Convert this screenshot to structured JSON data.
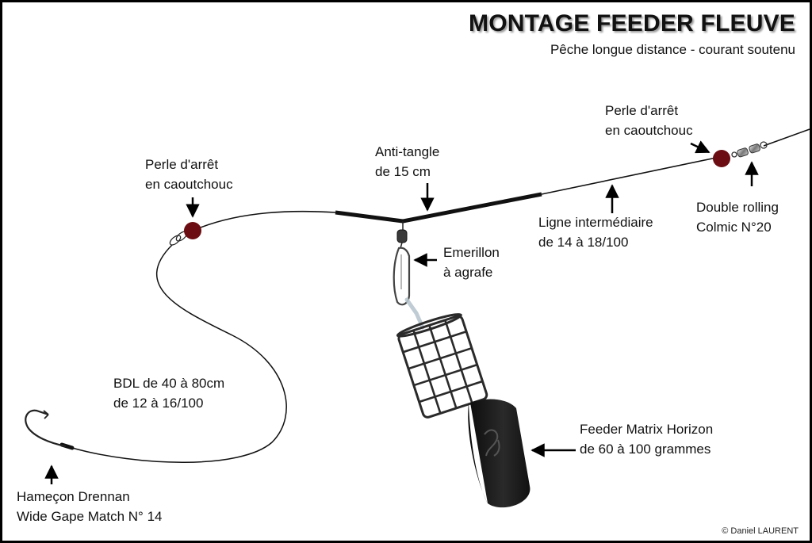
{
  "header": {
    "title": "MONTAGE FEEDER FLEUVE",
    "subtitle": "Pêche longue distance - courant soutenu"
  },
  "labels": {
    "bead_left_l1": "Perle d'arrêt",
    "bead_left_l2": "en caoutchouc",
    "antitangle_l1": "Anti-tangle",
    "antitangle_l2": "de 15 cm",
    "bead_right_l1": "Perle d'arrêt",
    "bead_right_l2": "en caoutchouc",
    "swivel_l1": "Double rolling",
    "swivel_l2": "Colmic N°20",
    "mainline_l1": "Ligne intermédiaire",
    "mainline_l2": "de 14 à 18/100",
    "snap_l1": "Emerillon",
    "snap_l2": "à agrafe",
    "hooklength_l1": "BDL de 40 à 80cm",
    "hooklength_l2": "de 12 à 16/100",
    "feeder_l1": "Feeder Matrix Horizon",
    "feeder_l2": "de 60 à 100 grammes",
    "hook_l1": "Hameçon Drennan",
    "hook_l2": "Wide Gape Match N° 14"
  },
  "credit": "© Daniel LAURENT",
  "colors": {
    "bead": "#6b0d12",
    "line": "#111111",
    "lead": "#1c1c1c",
    "cage": "#2a2a2a",
    "title_shadow": "#9a9a9a"
  }
}
